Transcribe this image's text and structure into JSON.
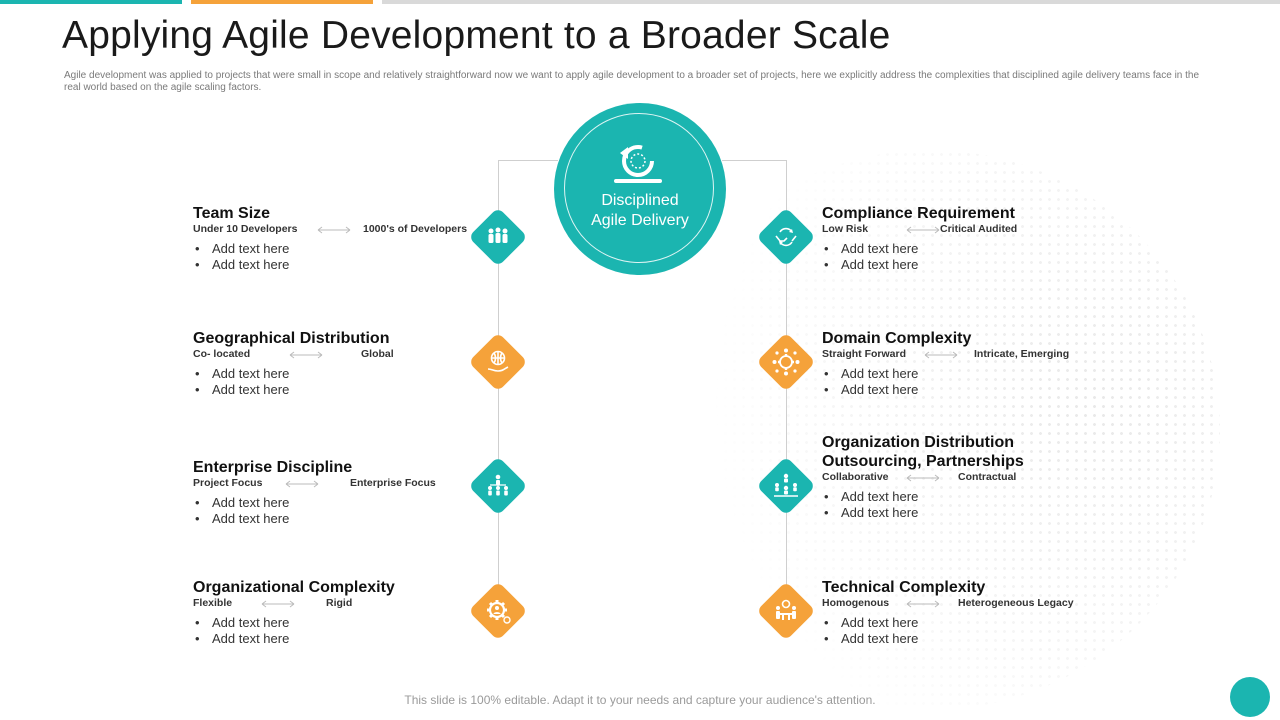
{
  "slide": {
    "title": "Applying Agile Development to a Broader Scale",
    "description": "Agile development was applied to projects that were small in scope and relatively straightforward now we want to apply agile development to a broader set of projects, here we explicitly address the complexities that disciplined agile delivery teams face in the real world based on the agile scaling factors.",
    "footer": "This slide is 100% editable. Adapt it to your needs and capture your audience's attention."
  },
  "hub": {
    "label_line1": "Disciplined",
    "label_line2": "Agile Delivery",
    "icon": "cycle-arrow-icon"
  },
  "colors": {
    "teal": "#1bb5b0",
    "orange": "#f5a23a",
    "grey_bar": "#d9d9d9"
  },
  "factors": [
    {
      "title": "Team Size",
      "low": "Under 10 Developers",
      "high": "1000's of Developers",
      "bullets": [
        "Add text here",
        "Add text here"
      ],
      "icon": "team-group-icon",
      "color": "teal"
    },
    {
      "title": "Geographical Distribution",
      "low": "Co- located",
      "high": "Global",
      "bullets": [
        "Add text here",
        "Add text here"
      ],
      "icon": "globe-hand-icon",
      "color": "orange"
    },
    {
      "title": "Enterprise Discipline",
      "low": "Project Focus",
      "high": "Enterprise Focus",
      "bullets": [
        "Add text here",
        "Add text here"
      ],
      "icon": "hierarchy-people-icon",
      "color": "teal"
    },
    {
      "title": "Organizational Complexity",
      "low": "Flexible",
      "high": "Rigid",
      "bullets": [
        "Add text here",
        "Add text here"
      ],
      "icon": "gear-person-icon",
      "color": "orange"
    },
    {
      "title": "Compliance Requirement",
      "low": "Low Risk",
      "high": "Critical Audited",
      "bullets": [
        "Add text here",
        "Add text here"
      ],
      "icon": "handshake-cycle-icon",
      "color": "teal"
    },
    {
      "title": "Domain Complexity",
      "low": "Straight Forward",
      "high": "Intricate, Emerging",
      "bullets": [
        "Add text here",
        "Add text here"
      ],
      "icon": "gear-network-icon",
      "color": "orange"
    },
    {
      "title_line1": "Organization Distribution",
      "title_line2": "Outsourcing, Partnerships",
      "low": "Collaborative",
      "high": "Contractual",
      "bullets": [
        "Add text here",
        "Add text here"
      ],
      "icon": "team-network-icon",
      "color": "teal"
    },
    {
      "title": "Technical Complexity",
      "low": "Homogenous",
      "high": "Heterogeneous Legacy",
      "bullets": [
        "Add text here",
        "Add text here"
      ],
      "icon": "people-gear-table-icon",
      "color": "orange"
    }
  ]
}
